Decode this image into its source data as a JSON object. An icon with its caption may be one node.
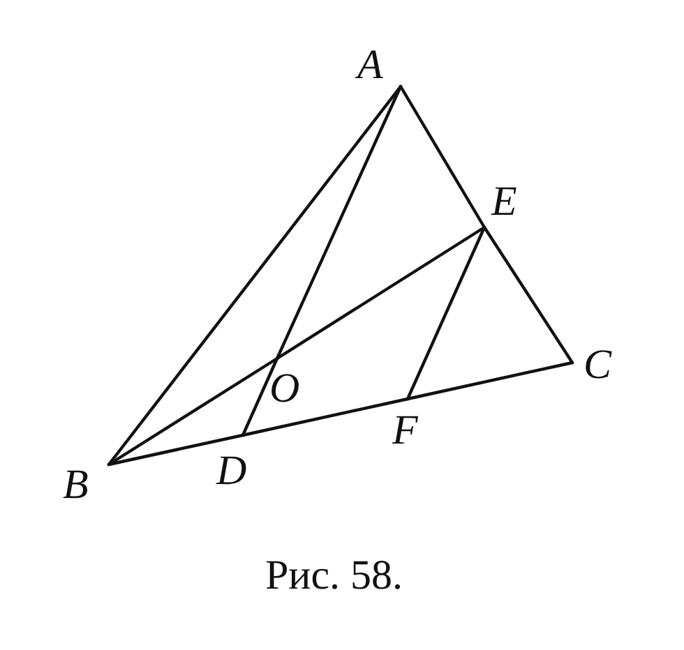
{
  "diagram": {
    "caption": "Рис. 58.",
    "nodes": [
      {
        "text": [
          "A"
        ]
      },
      {
        "text": [
          "E"
        ]
      },
      {
        "text": [
          "C"
        ]
      },
      {
        "text": [
          "O"
        ]
      },
      {
        "text": [
          "B"
        ]
      },
      {
        "text": [
          "D"
        ]
      },
      {
        "text": [
          "F"
        ]
      }
    ],
    "edges": [
      {
        "from": 0,
        "to": 4,
        "arrow": "none"
      },
      {
        "from": 0,
        "to": 1,
        "arrow": "none"
      },
      {
        "from": 1,
        "to": 2,
        "arrow": "none"
      },
      {
        "from": 4,
        "to": 5,
        "arrow": "none"
      },
      {
        "from": 5,
        "to": 6,
        "arrow": "none"
      },
      {
        "from": 6,
        "to": 2,
        "arrow": "none"
      },
      {
        "from": 0,
        "to": 3,
        "arrow": "none"
      },
      {
        "from": 3,
        "to": 5,
        "arrow": "none"
      },
      {
        "from": 4,
        "to": 3,
        "arrow": "none"
      },
      {
        "from": 3,
        "to": 1,
        "arrow": "none"
      },
      {
        "from": 1,
        "to": 6,
        "arrow": "none"
      }
    ]
  }
}
